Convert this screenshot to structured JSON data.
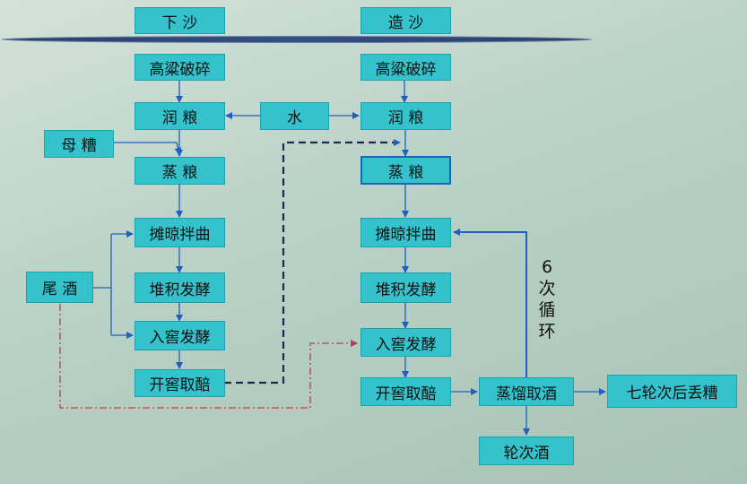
{
  "columns": {
    "left_title": "下 沙",
    "right_title": "造 沙"
  },
  "nodes": {
    "l_grind": "高粱破碎",
    "l_moisten": "润 粮",
    "water": "水",
    "mother_grains": "母 糟",
    "l_steam": "蒸 粮",
    "l_spread": "摊晾拌曲",
    "l_pile": "堆积发酵",
    "l_cellar": "入窖发酵",
    "l_open": "开窖取醅",
    "tail_liquor": "尾 酒",
    "r_grind": "高粱破碎",
    "r_moisten": "润 粮",
    "r_steam": "蒸 粮",
    "r_spread": "摊晾拌曲",
    "r_pile": "堆积发酵",
    "r_cellar": "入窖发酵",
    "r_open": "开窖取醅",
    "distill": "蒸馏取酒",
    "discard": "七轮次后丢糟",
    "round_liquor": "轮次酒"
  },
  "cycle_label": [
    "6",
    "次",
    "循",
    "环"
  ],
  "colors": {
    "box_fill": "#34c2cc",
    "arrow": "#1f5fbf",
    "dashed_link": "#1a2a4a",
    "dashdot_link": "#c0394b"
  }
}
